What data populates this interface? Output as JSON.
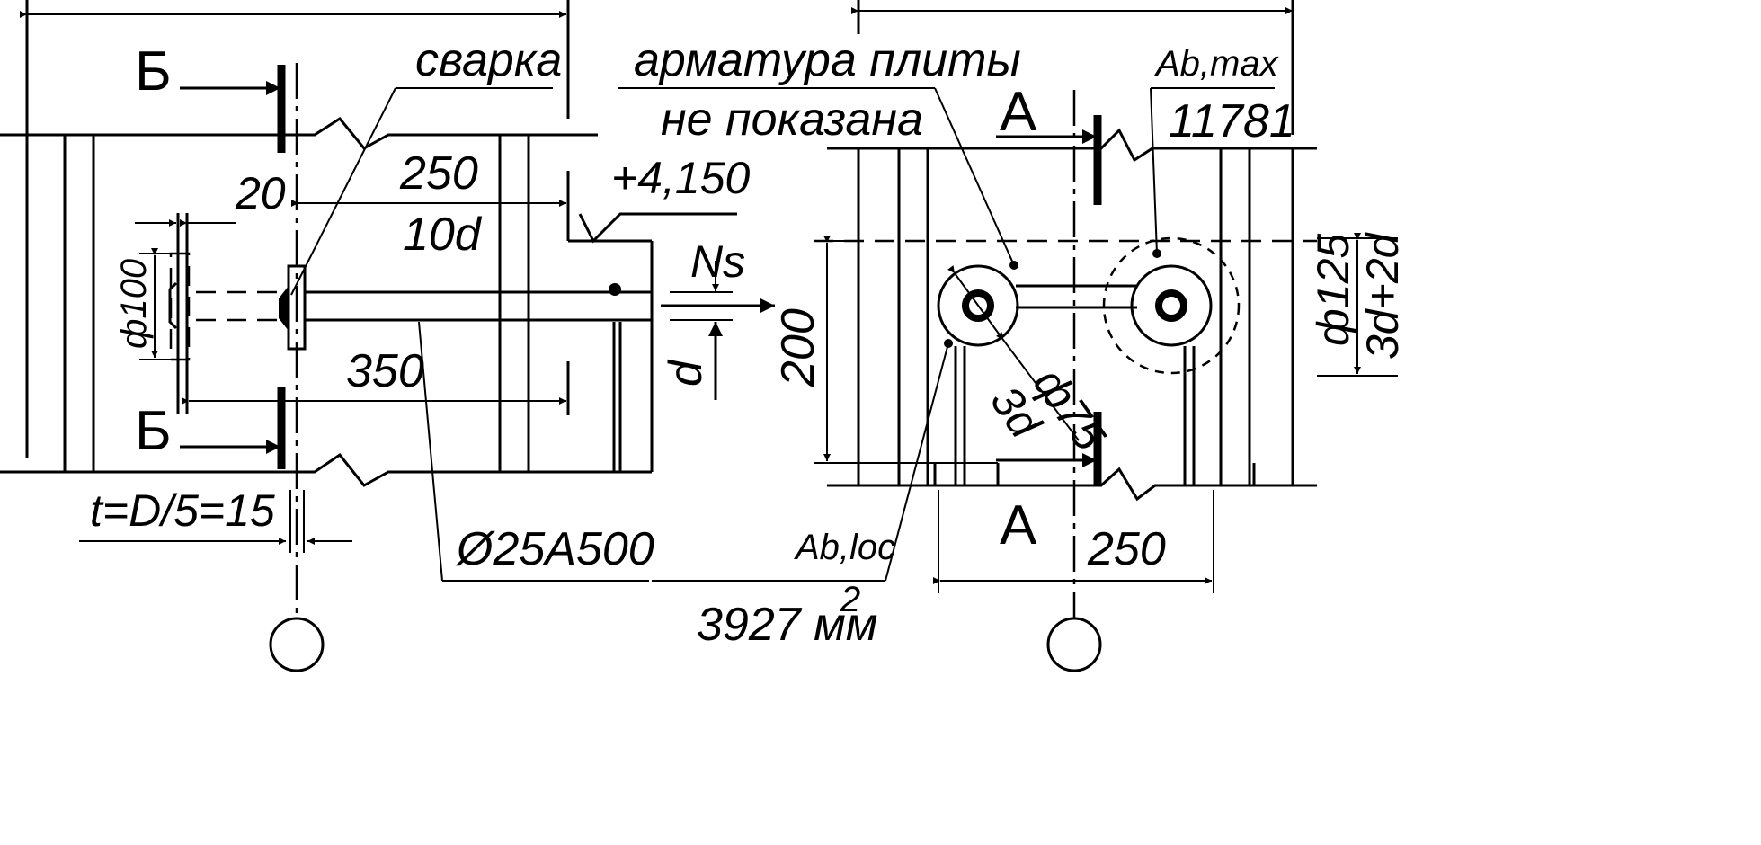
{
  "labels": {
    "section_b": "Б",
    "section_a": "А",
    "svarka": "сварка",
    "armatura": "арматура плиты",
    "ne_pokazana": "не показана",
    "ab_max": "Ab,max",
    "ab_max_value": "11781",
    "elevation": "+4,150",
    "ns": "Ns",
    "d": "d",
    "dim_20": "20",
    "dim_250_left": "250",
    "dim_10d": "10d",
    "dim_d100": "ф100",
    "dim_350": "350",
    "dim_t": "t=D/5=15",
    "rebar": "Ø25A500",
    "dim_200": "200",
    "dim_d75": "ф75",
    "dim_3d": "3d",
    "dim_d125": "ф125",
    "dim_3d2d": "3d+2d",
    "ab_loc": "Ab,loc",
    "area_value": "3927 мм",
    "area_sup": "2",
    "dim_250_right": "250"
  }
}
